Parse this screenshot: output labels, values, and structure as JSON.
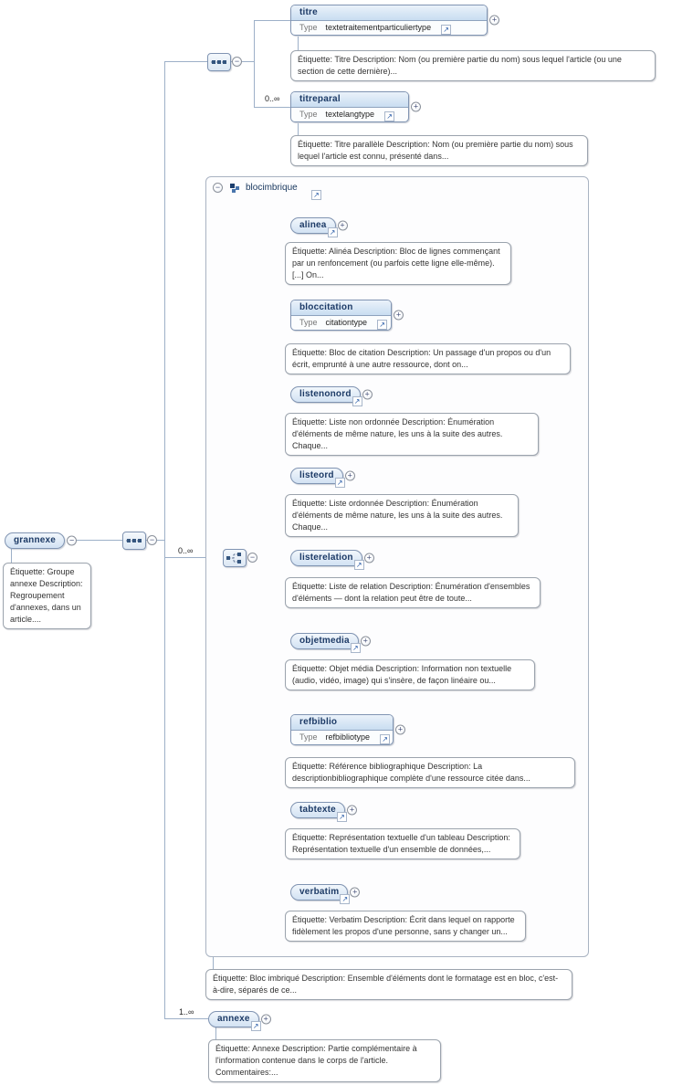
{
  "icons": {
    "collapse": "−",
    "expand": "+",
    "link": "↗"
  },
  "colors": {
    "element_fill": "#d2e2f3",
    "element_border": "#8094b2",
    "element_text": "#1c3a66",
    "connector": "#9db0c8",
    "link_arrow": "#2458a6"
  },
  "nodes": {
    "root": {
      "label": "grannexe",
      "annotation": "Étiquette: Groupe annexe Description: Regroupement d'annexes, dans un article...."
    },
    "titre": {
      "label": "titre",
      "type_label": "Type",
      "type_name": "textetraitementparticuliertype",
      "annotation": "Étiquette: Titre Description: Nom (ou première partie du nom) sous lequel l'article (ou une section de cette dernière)..."
    },
    "titreparal": {
      "occurrence": "0..∞",
      "label": "titreparal",
      "type_label": "Type",
      "type_name": "textelangtype",
      "annotation": "Étiquette: Titre parallèle Description: Nom (ou première partie du nom) sous lequel l'article est connu, présenté dans..."
    },
    "blocimbrique": {
      "occurrence": "0..∞",
      "label": "blocimbrique",
      "annotation": "Étiquette: Bloc imbriqué Description: Ensemble d'éléments dont le formatage est en bloc, c'est-à-dire, séparés de ce..."
    },
    "alinea": {
      "label": "alinea",
      "annotation": "Étiquette: Alinéa Description: Bloc de lignes commençant par un renfoncement (ou parfois cette ligne elle-même). [...] On..."
    },
    "bloccitation": {
      "label": "bloccitation",
      "type_label": "Type",
      "type_name": "citationtype",
      "annotation": "Étiquette: Bloc de citation Description: Un passage d'un propos ou d'un écrit, emprunté à une autre ressource, dont on..."
    },
    "listenonord": {
      "label": "listenonord",
      "annotation": "Étiquette: Liste non ordonnée Description: Énumération d'éléments de même nature, les uns à la suite des autres. Chaque..."
    },
    "listeord": {
      "label": "listeord",
      "annotation": "Étiquette: Liste ordonnée Description: Énumération d'éléments de même nature, les uns à la suite des autres. Chaque..."
    },
    "listerelation": {
      "label": "listerelation",
      "annotation": "Étiquette: Liste de relation Description: Énumération d'ensembles d'éléments — dont la relation peut être de toute..."
    },
    "objetmedia": {
      "label": "objetmedia",
      "annotation": "Étiquette: Objet média Description: Information non textuelle (audio, vidéo, image) qui s'insère, de façon linéaire ou..."
    },
    "refbiblio": {
      "label": "refbiblio",
      "type_label": "Type",
      "type_name": "refbibliotype",
      "annotation": "Étiquette: Référence bibliographique Description: La descriptionbibliographique complète d'une ressource citée dans..."
    },
    "tabtexte": {
      "label": "tabtexte",
      "annotation": "Étiquette: Représentation textuelle d'un tableau Description: Représentation textuelle d'un ensemble de données,..."
    },
    "verbatim": {
      "label": "verbatim",
      "annotation": "Étiquette: Verbatim Description: Écrit dans lequel on rapporte fidèlement les propos d'une personne, sans y changer un..."
    },
    "annexe": {
      "occurrence": "1..∞",
      "label": "annexe",
      "annotation": "Étiquette: Annexe Description: Partie complémentaire à l'information contenue dans le corps de l'article. Commentaires:..."
    }
  }
}
